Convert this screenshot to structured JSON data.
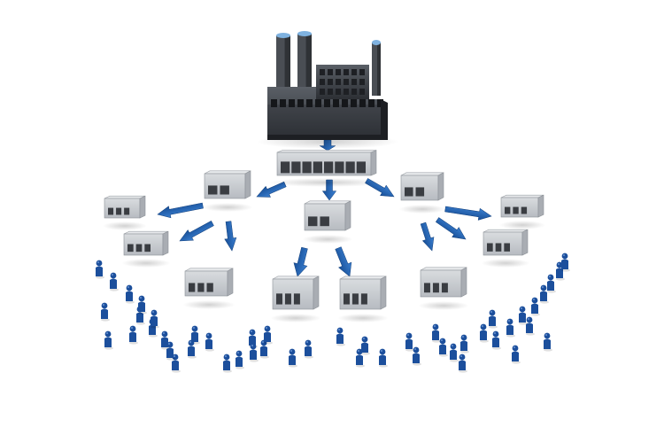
{
  "diagram": {
    "colors": {
      "background": "#ffffff",
      "factory_dark": "#2f3236",
      "factory_mid": "#4a4e54",
      "factory_light": "#6b7078",
      "building_face": "#cfd2d6",
      "building_side": "#a9adb3",
      "building_roof": "#e8eaec",
      "window": "#3a3d42",
      "arrow": "#1f5fae",
      "person": "#1c4f9c",
      "chimney_glow": "#7fb2e0"
    },
    "icons": {
      "factory": "factory-icon",
      "warehouse": "warehouse-icon",
      "retailer": "store-icon",
      "person": "person-icon",
      "flow": "arrow-icon"
    },
    "counts": {
      "tiers": 4,
      "warehouses": 4,
      "stores": 9,
      "people": 48
    }
  }
}
